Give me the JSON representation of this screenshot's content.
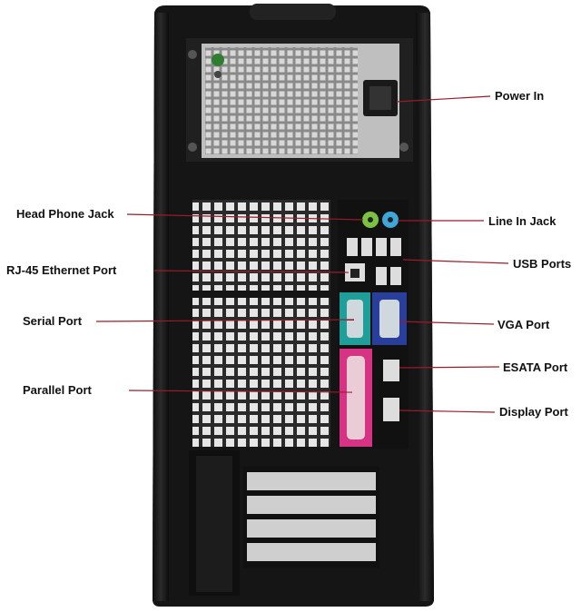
{
  "colors": {
    "chassis": "#1a1a1a",
    "chassis_edge": "#3a3a3a",
    "psu": "#c9c9c9",
    "leader_line": "#9a1b2a",
    "audio_green": "#7cc242",
    "audio_blue": "#3ea6d8",
    "serial_teal": "#1f9e9a",
    "vga_blue": "#2a3f9c",
    "parallel_pink": "#d63384"
  },
  "labels": {
    "power_in": "Power In",
    "head_phone_jack": "Head Phone Jack",
    "line_in_jack": "Line In Jack",
    "rj45_ethernet_port": "RJ-45 Ethernet Port",
    "usb_ports": "USB Ports",
    "serial_port": "Serial Port",
    "vga_port": "VGA Port",
    "esata_port": "ESATA Port",
    "parallel_port": "Parallel Port",
    "display_port": "Display Port"
  }
}
